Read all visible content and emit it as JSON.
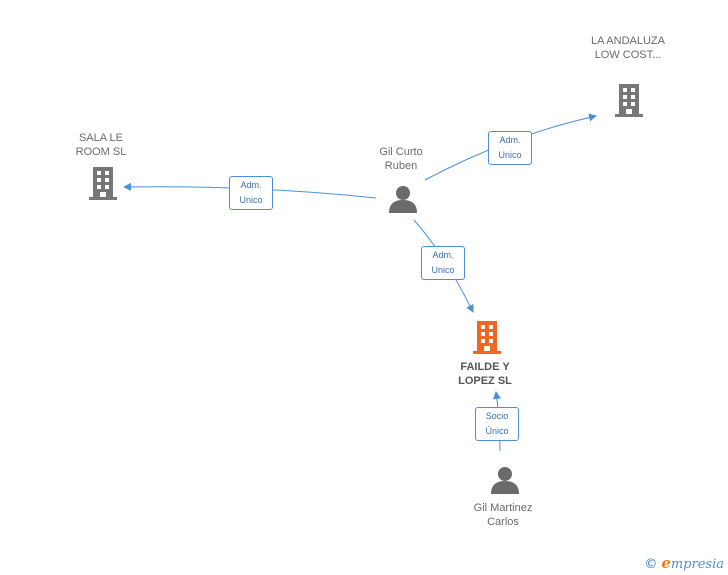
{
  "nodes": {
    "la_andaluza": "LA ANDALUZA LOW COST...",
    "sala_le_room": "SALA LE ROOM SL",
    "gil_curto": "Gil Curto Ruben",
    "failde_lopez": "FAILDE Y LOPEZ SL",
    "gil_martinez": "Gil Martinez Carlos"
  },
  "edges": {
    "to_sala": "Adm. Unico",
    "to_andaluza": "Adm. Unico",
    "to_failde": "Adm. Unico",
    "socio": "Socio Único"
  },
  "colors": {
    "company": "#777777",
    "company_main": "#f26522",
    "person": "#6b6b6b",
    "edge": "#4a90d9"
  },
  "watermark": {
    "symbol": "©",
    "e": "e",
    "rest": "mpresia"
  }
}
